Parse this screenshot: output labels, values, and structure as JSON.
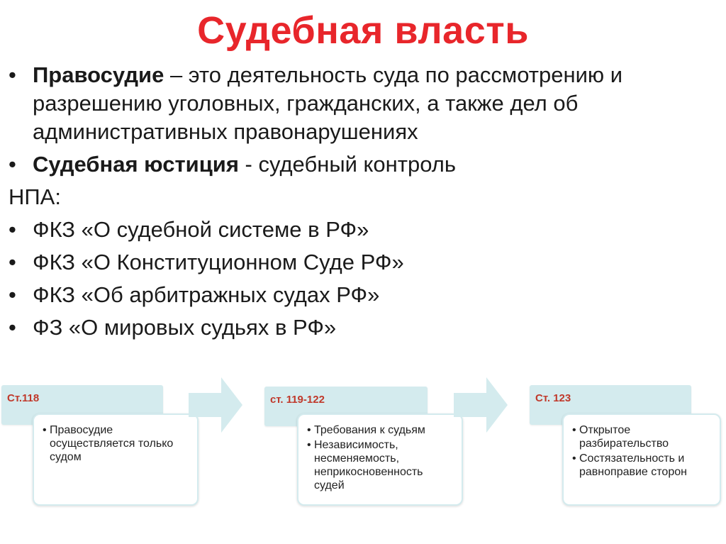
{
  "title": "Судебная власть",
  "bullets": [
    {
      "bold": "Правосудие",
      "rest": " – это деятельность суда по рассмотрению и разрешению уголовных, гражданских, а также дел об административных правонарушениях"
    },
    {
      "bold": "Судебная юстиция",
      "rest": " - судебный контроль"
    }
  ],
  "npa_label": "НПА:",
  "npa_items": [
    "ФКЗ «О судебной системе в РФ»",
    "ФКЗ «О Конституционном Суде РФ»",
    "ФКЗ «Об арбитражных судах РФ»",
    "ФЗ «О мировых судьях в РФ»"
  ],
  "bullet_char": "•",
  "flow": [
    {
      "header": "Ст.118",
      "items": [
        "Правосудие осуществляется только судом"
      ]
    },
    {
      "header": "ст. 119-122",
      "items": [
        "Требования к судьям",
        "Независимость, несменяемость, неприкосновенность судей"
      ]
    },
    {
      "header": "Ст. 123",
      "items": [
        "Открытое разбирательство",
        "Состязательность и равноправие сторон"
      ]
    }
  ],
  "colors": {
    "title": "#e8262b",
    "header_bg": "#d4ebee",
    "header_text": "#c0392b",
    "arrow": "#d4ebee"
  }
}
